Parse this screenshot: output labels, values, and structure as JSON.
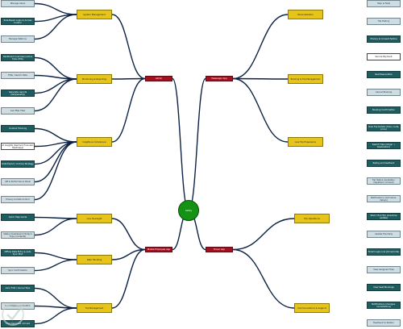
{
  "root": {
    "label": "Safety"
  },
  "branches": {
    "admin": {
      "label": "Admin"
    },
    "passenger": {
      "label": "Passenger App"
    },
    "driver": {
      "label": "Driver App"
    },
    "employee": {
      "label": "Mobile Employee App"
    }
  },
  "admin_mid": [
    {
      "label": "System Management"
    },
    {
      "label": "Monitoring & Reporting"
    },
    {
      "label": "Insights & Compliance"
    }
  ],
  "passenger_mid": [
    {
      "label": "Personalization"
    },
    {
      "label": "Booking & Trip Management"
    },
    {
      "label": "Live Trip Experience"
    }
  ],
  "driver_mid": [
    {
      "label": "Trip Operations"
    },
    {
      "label": "Communications & Support"
    }
  ],
  "employee_mid": [
    {
      "label": "Live Oversight"
    },
    {
      "label": "Data Handling"
    },
    {
      "label": "Trip Management"
    }
  ],
  "admin_leaves": [
    {
      "label": "Manage Users"
    },
    {
      "label": "Role-Based Login & Access Control"
    },
    {
      "label": "Manage Stations"
    },
    {
      "label": "Dashboard overview (active trips, KPIs)"
    },
    {
      "label": "Filter, Search Data"
    },
    {
      "label": "Generate reports (daily/weekly)"
    },
    {
      "label": "Live Map View"
    },
    {
      "label": "Incident Tracking"
    },
    {
      "label": "AI Insights (Demand Forecast, Heatmaps)"
    },
    {
      "label": "Data Export / Archive Strategy"
    },
    {
      "label": "API & Performance Panel"
    },
    {
      "label": "Privacy & Data Control"
    }
  ],
  "employee_leaves": [
    {
      "label": "Quick Help Guide"
    },
    {
      "label": "Station Dashboard (Today's Trips, Incidents)"
    },
    {
      "label": "Offline Data Entry & Auto Sync Mod"
    },
    {
      "label": "Sync Confirmation"
    },
    {
      "label": "Add / Edit / Cancel Trips"
    },
    {
      "label": "Send Passenger Confirm"
    },
    {
      "label": "Trips Departed, Arrived"
    }
  ],
  "right_leaves": [
    {
      "label": "Help & FAQs"
    },
    {
      "label": "Trip History"
    },
    {
      "label": "Privacy & Consent Notice"
    },
    {
      "label": "Secure Payment"
    },
    {
      "label": "Seat Reservation"
    },
    {
      "label": "Cancel Booking"
    },
    {
      "label": "Booking Confirmation"
    },
    {
      "label": "View Trip Details (time, route, price)"
    },
    {
      "label": "Search Trips (Origin → Destination)"
    },
    {
      "label": "Rating and feedback"
    },
    {
      "label": "Trip Status (Available / Departed / Arrived)"
    },
    {
      "label": "Notifications (reminders, delays)"
    },
    {
      "label": "Start / End Trip (one-time update)"
    },
    {
      "label": "Update Trip Daily"
    },
    {
      "label": "Smart Login (via phone/code)"
    },
    {
      "label": "View Assigned Trips"
    },
    {
      "label": "View Seat Bookings"
    },
    {
      "label": "Notifications (changes, cancellations)"
    },
    {
      "label": "Feedback to Station"
    }
  ]
}
